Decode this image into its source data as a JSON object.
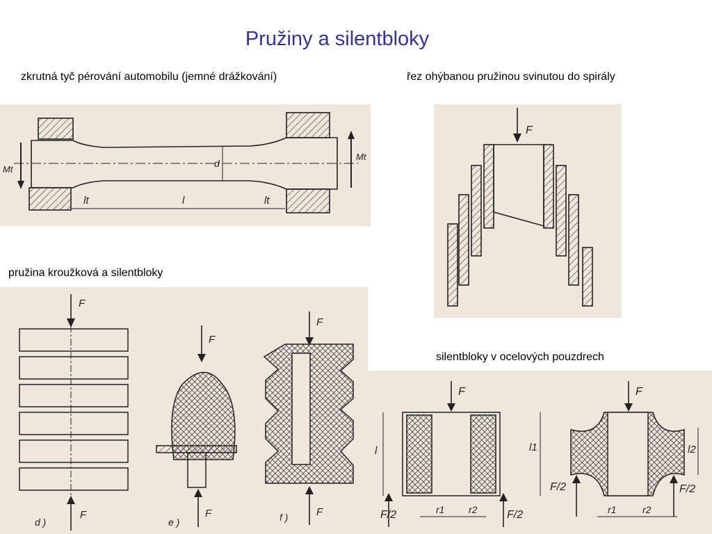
{
  "slide": {
    "title": "Pružiny a silentbloky",
    "captions": {
      "torsion_bar": "zkrutná tyč pérování automobilu (jemné drážkování)",
      "spiral_spring": "řez ohýbanou pružinou svinutou do spirály",
      "ring_spring": "pružina kroužková  a silentbloky",
      "steel_bushings": "silentbloky v ocelových pouzdrech"
    }
  },
  "figures": {
    "torsion_bar": {
      "moment": "Mt",
      "diameter": "d",
      "length": "l",
      "end_length": "lt"
    },
    "spiral": {
      "force": "F"
    },
    "ring": {
      "force": "F",
      "labels": [
        "d )",
        "e )",
        "f )"
      ]
    },
    "bushings": {
      "force": "F",
      "half_force": "F/2",
      "length": "l",
      "length1": "l1",
      "length2": "l2",
      "r1": "r1",
      "r2": "r2"
    }
  }
}
